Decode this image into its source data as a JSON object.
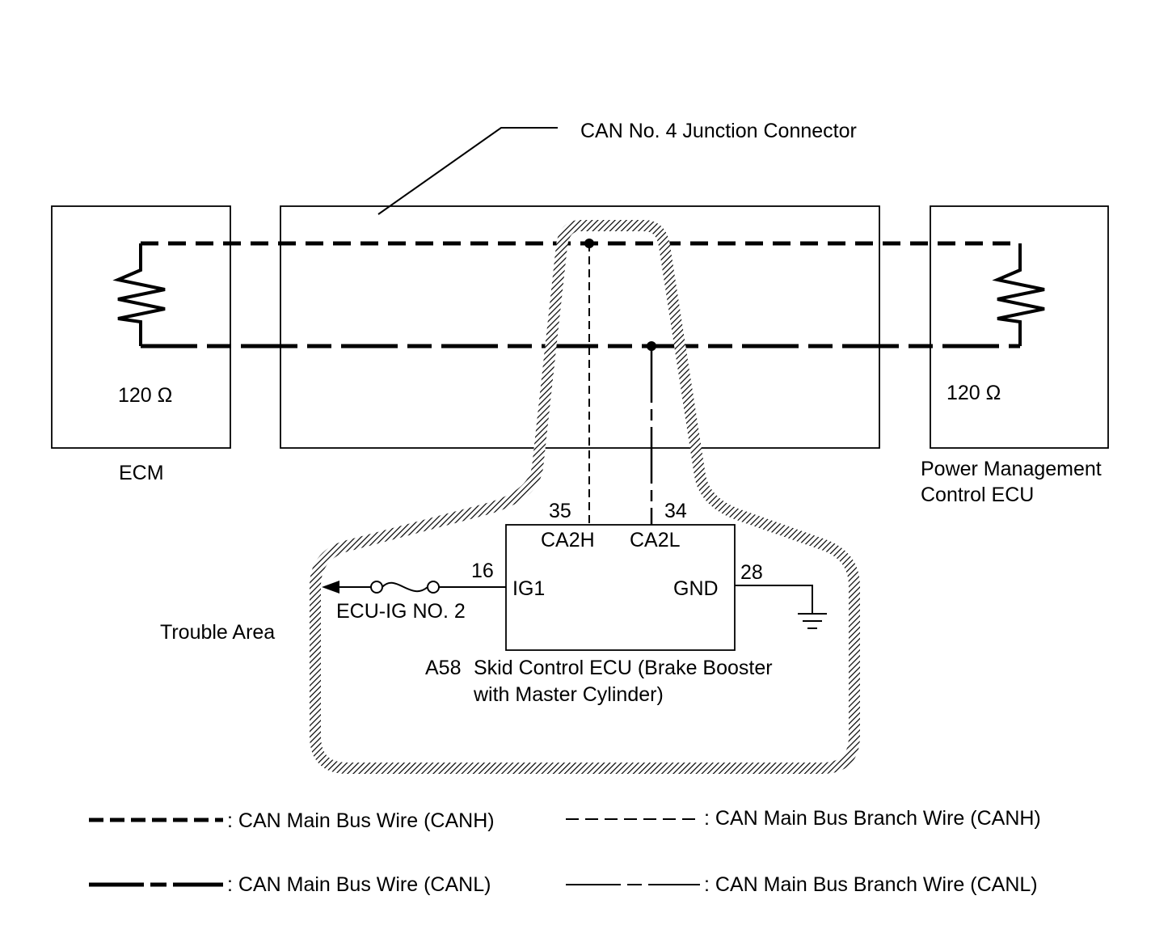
{
  "junction_connector": {
    "label": "CAN No. 4 Junction Connector"
  },
  "ecm": {
    "resistor": "120 Ω",
    "label": "ECM"
  },
  "power_mgmt": {
    "resistor": "120 Ω",
    "label_line1": "Power Management",
    "label_line2": "Control ECU"
  },
  "skid_ecu": {
    "code": "A58",
    "name_line1": "Skid Control ECU (Brake Booster",
    "name_line2": "with Master Cylinder)",
    "pins": {
      "ca2h": {
        "number": "35",
        "name": "CA2H"
      },
      "ca2l": {
        "number": "34",
        "name": "CA2L"
      },
      "ig1": {
        "number": "16",
        "name": "IG1"
      },
      "gnd": {
        "number": "28",
        "name": "GND"
      }
    }
  },
  "fuse": {
    "label": "ECU-IG NO. 2"
  },
  "trouble_area": {
    "label": "Trouble Area"
  },
  "legend": [
    {
      "text": ": CAN Main Bus Wire (CANH)"
    },
    {
      "text": ": CAN Main Bus Branch Wire (CANH)"
    },
    {
      "text": ": CAN Main Bus Wire (CANL)"
    },
    {
      "text": ": CAN Main Bus Branch Wire (CANL)"
    }
  ]
}
